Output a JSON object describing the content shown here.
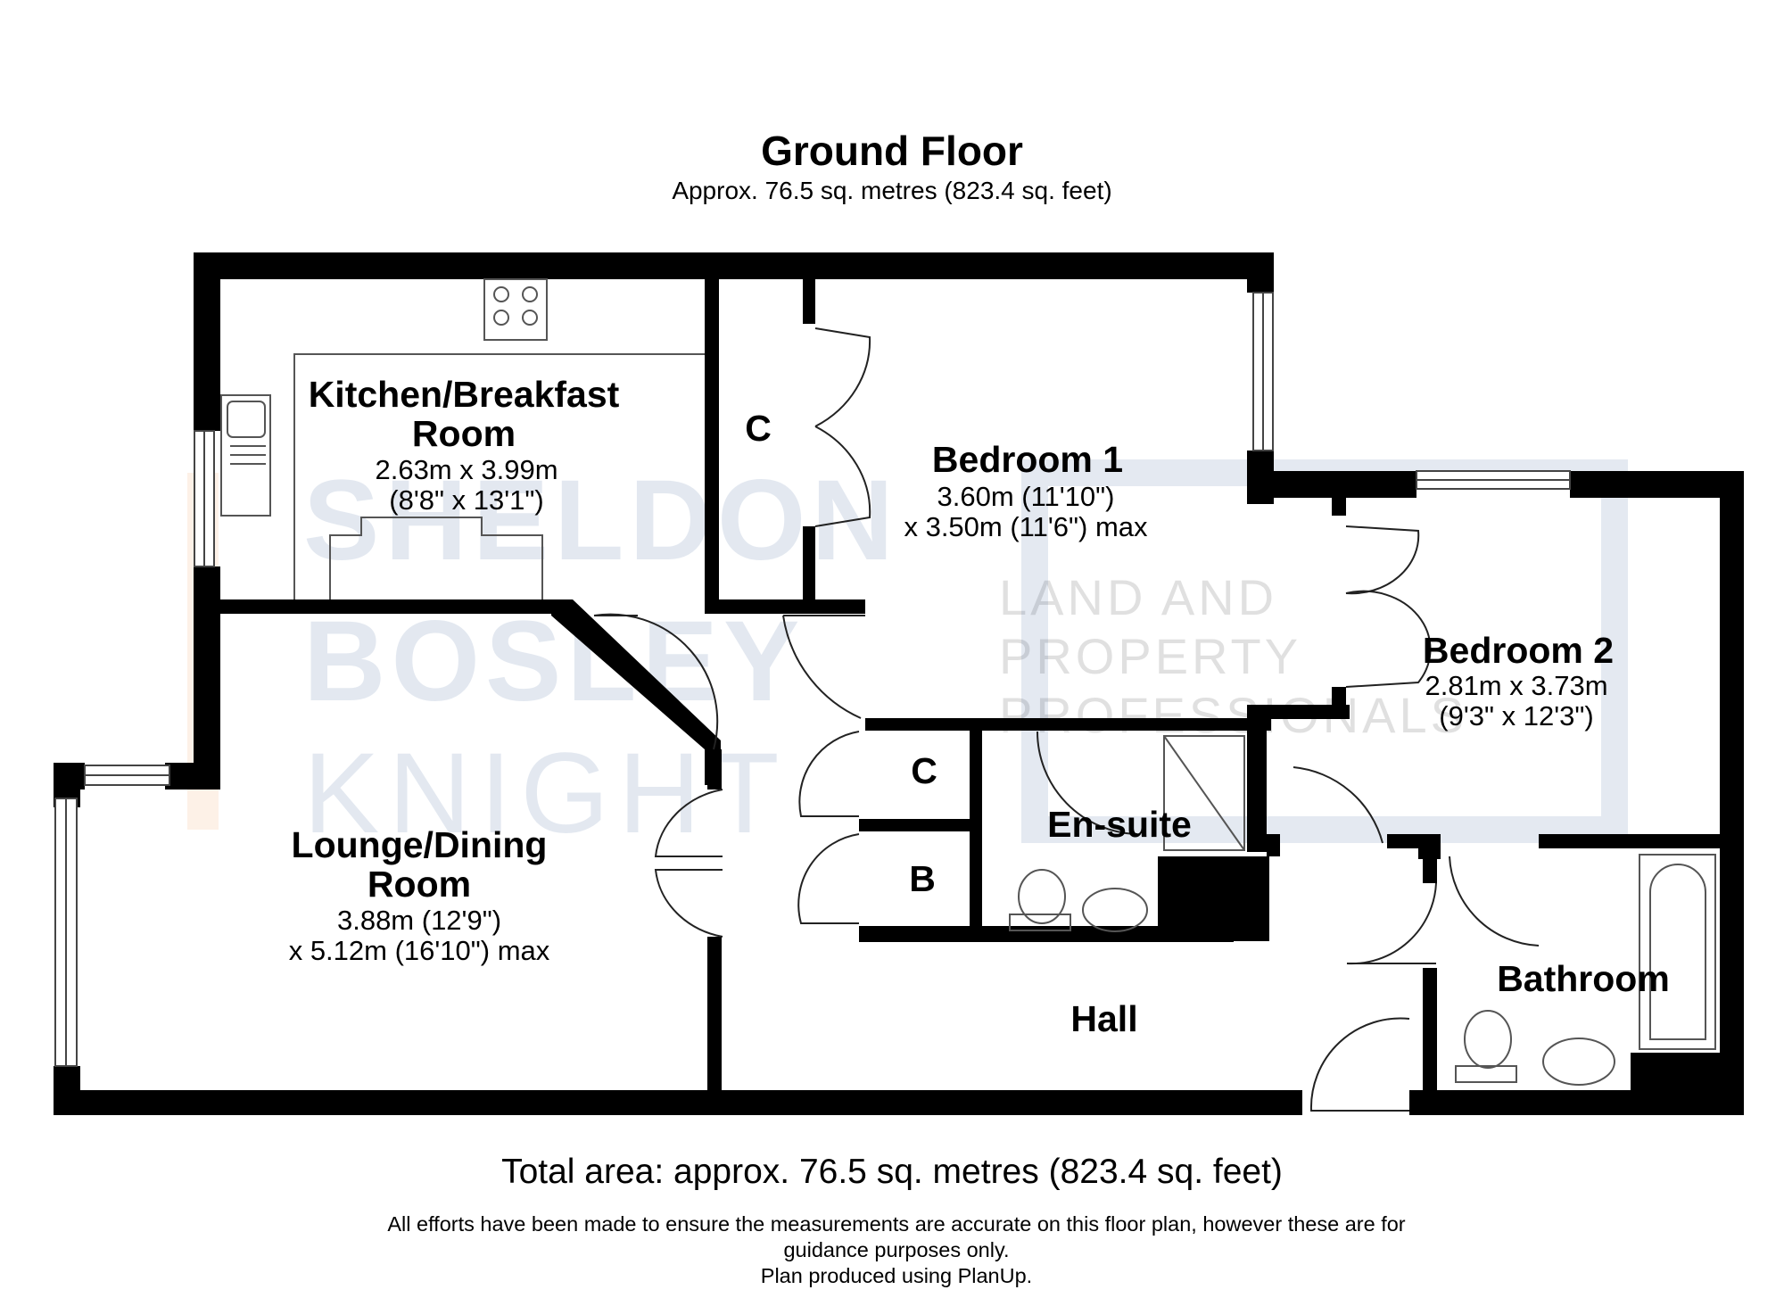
{
  "header": {
    "title": "Ground Floor",
    "subtitle": "Approx. 76.5 sq. metres (823.4 sq. feet)"
  },
  "rooms": {
    "kitchen": {
      "name_line1": "Kitchen/Breakfast",
      "name_line2": "Room",
      "dim_line1": "2.63m x 3.99m",
      "dim_line2": "(8'8\" x 13'1\")"
    },
    "bedroom1": {
      "name": "Bedroom 1",
      "dim_line1": "3.60m (11'10\")",
      "dim_line2": "x 3.50m (11'6\") max"
    },
    "bedroom2": {
      "name": "Bedroom 2",
      "dim_line1": "2.81m x 3.73m",
      "dim_line2": "(9'3\" x 12'3\")"
    },
    "lounge": {
      "name_line1": "Lounge/Dining",
      "name_line2": "Room",
      "dim_line1": "3.88m (12'9\")",
      "dim_line2": "x 5.12m (16'10\") max"
    },
    "ensuite": {
      "name": "En-suite"
    },
    "bathroom": {
      "name": "Bathroom"
    },
    "hall": {
      "name": "Hall"
    },
    "cupboard1": {
      "name": "C"
    },
    "cupboard2": {
      "name": "C"
    },
    "boiler": {
      "name": "B"
    }
  },
  "watermark": {
    "line1": "SHELDON",
    "line2": "BOSLEY",
    "line3": "KNIGHT",
    "tag1": "LAND AND",
    "tag2": "PROPERTY",
    "tag3": "PROFESSIONALS"
  },
  "footer": {
    "total": "Total area: approx. 76.5 sq. metres (823.4 sq. feet)",
    "disclaimer_line1": "All efforts have been made to ensure the measurements are accurate on this floor plan, however these are for",
    "disclaimer_line2": "guidance purposes only.",
    "disclaimer_line3": "Plan produced using PlanUp."
  },
  "colors": {
    "wall": "#000000",
    "fixture": "#555555",
    "window_frame": "#444444"
  }
}
